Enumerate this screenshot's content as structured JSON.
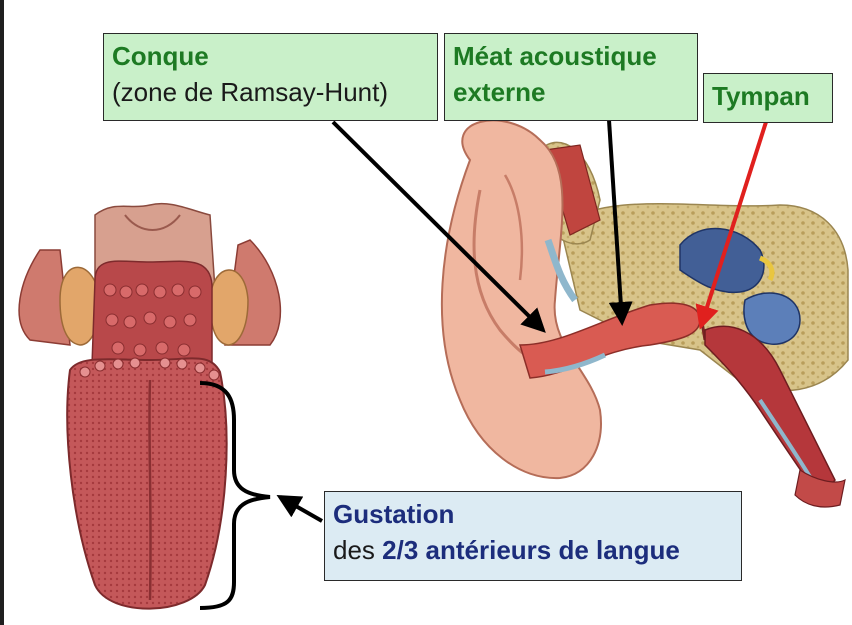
{
  "labels": {
    "conque": {
      "title": "Conque",
      "subtitle": "(zone de Ramsay-Hunt)"
    },
    "meat": {
      "line1": "Méat acoustique",
      "line2": "externe"
    },
    "tympan": {
      "title": "Tympan"
    },
    "gustation": {
      "title": "Gustation",
      "prefix": "des ",
      "emphasis": "2/3 antérieurs de langue"
    }
  },
  "colors": {
    "green_box": "#c9f0c9",
    "blue_box": "#dcebf3",
    "green_text": "#1d7a23",
    "blue_text": "#1c2d7c",
    "arrow_black": "#000000",
    "arrow_red": "#e0201e"
  },
  "illustrations": [
    "tongue-illustration",
    "ear-cross-section-illustration"
  ]
}
